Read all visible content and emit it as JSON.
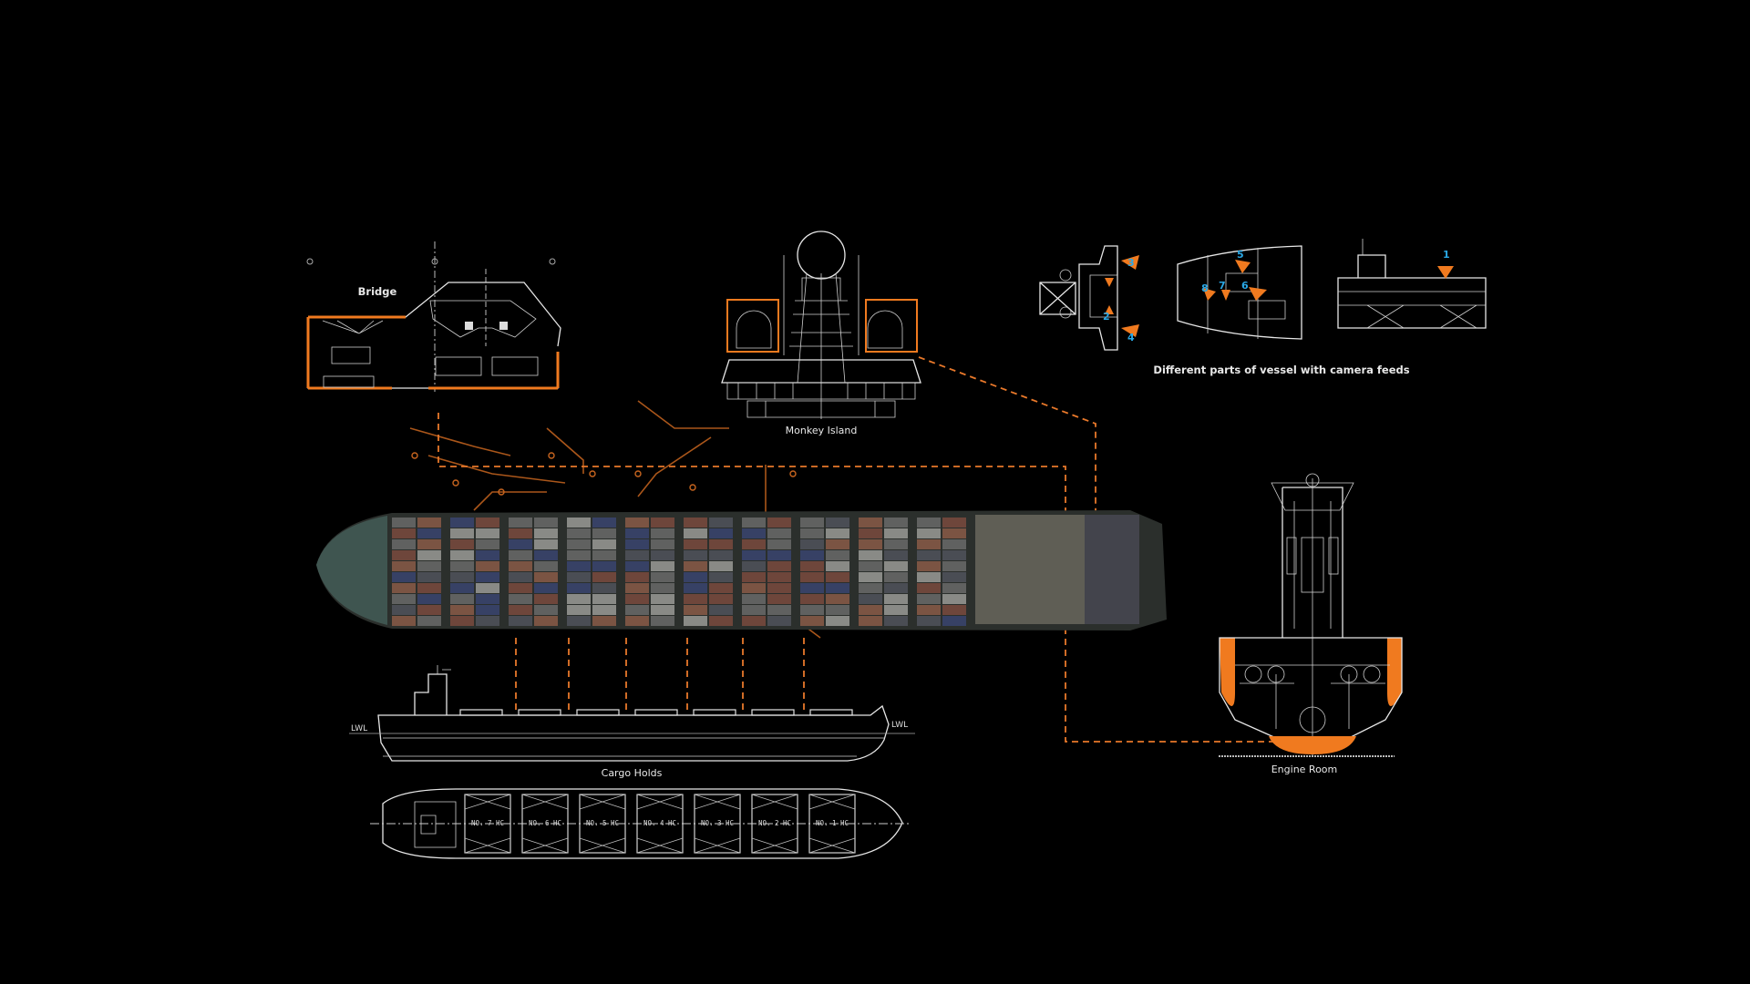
{
  "labels": {
    "bridge": "Bridge",
    "monkey_island": "Monkey Island",
    "camera_feeds": "Different parts of vessel with camera feeds",
    "cargo_holds": "Cargo Holds",
    "engine_room": "Engine Room"
  },
  "camera_numbers": [
    "1",
    "2",
    "3",
    "4",
    "5",
    "6",
    "7",
    "8"
  ],
  "hold_labels": [
    "NO. 7 HC",
    "NO. 6 HC",
    "NO. 5 HC",
    "NO. 4 HC",
    "NO. 3 HC",
    "NO. 2 HC",
    "NO. 1 HC"
  ],
  "elevation_marks": {
    "left": "LWL",
    "right": "LWL"
  },
  "colors": {
    "accent": "#f07a1f",
    "line": "#e6e6e6",
    "camera_number": "#29a8e6",
    "background": "#000000"
  }
}
